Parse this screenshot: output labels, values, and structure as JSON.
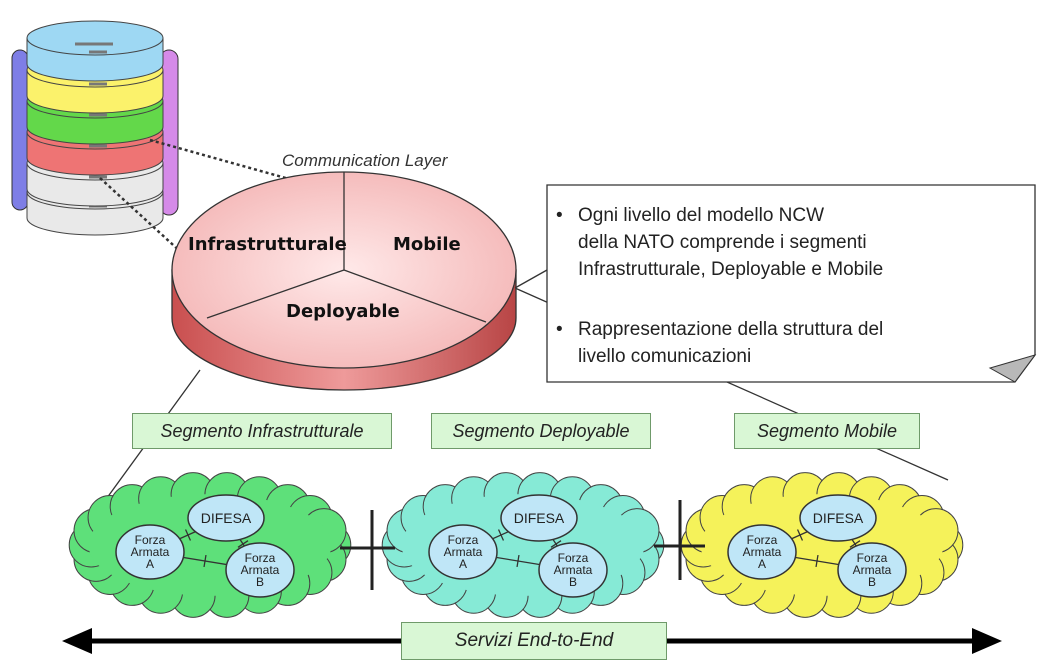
{
  "pie": {
    "title": "Communication Layer",
    "left": "Infrastrutturale",
    "right": "Mobile",
    "bottom": "Deployable"
  },
  "callout": {
    "bullet1": [
      "Ogni livello del modello NCW",
      "della NATO comprende i segmenti",
      "Infrastrutturale, Deployable e Mobile"
    ],
    "bullet2": [
      "Rappresentazione della struttura del",
      "livello comunicazioni"
    ]
  },
  "segments": [
    {
      "label": "Segmento Infrastrutturale",
      "color": "#5ee07a"
    },
    {
      "label": "Segmento Deployable",
      "color": "#86ead6"
    },
    {
      "label": "Segmento Mobile",
      "color": "#f5f25a"
    }
  ],
  "nodes": {
    "difesa": "DIFESA",
    "forza_a": [
      "Forza",
      "Armata",
      "A"
    ],
    "forza_b": [
      "Forza",
      "Armata",
      "B"
    ]
  },
  "services": "Servizi End-to-End",
  "stack_colors": [
    "#9ed8f3",
    "#fbf26b",
    "#63d84a",
    "#ee7474",
    "#e9e9e9"
  ]
}
